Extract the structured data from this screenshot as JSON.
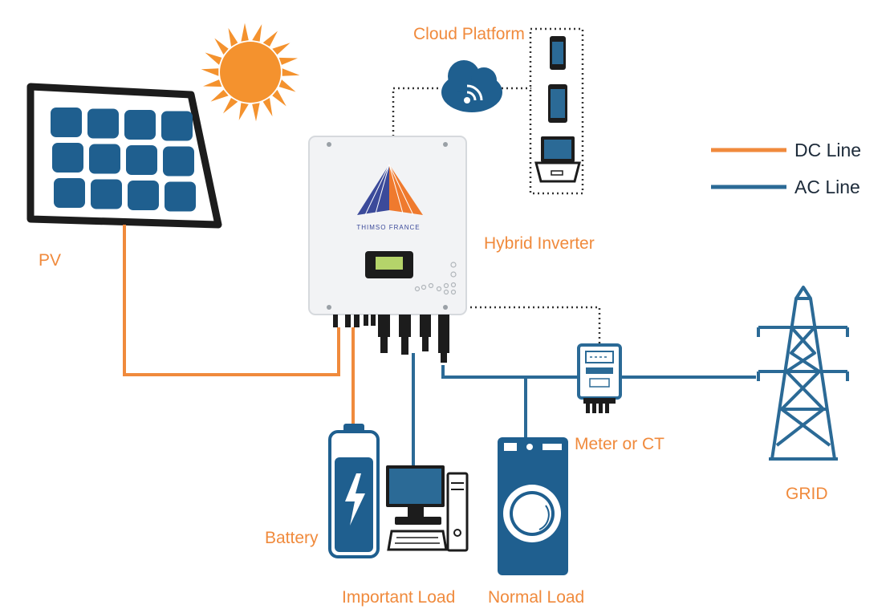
{
  "labels": {
    "cloud_platform": "Cloud Platform",
    "pv": "PV",
    "hybrid_inverter": "Hybrid Inverter",
    "battery": "Battery",
    "important_load": "Important Load",
    "normal_load": "Normal Load",
    "meter_or_ct": "Meter or CT",
    "grid": "GRID"
  },
  "legend": {
    "dc_line": "DC Line",
    "ac_line": "AC Line"
  },
  "brand": {
    "name": "THIMSO FRANCE"
  },
  "colors": {
    "dc_line": "#f08a3c",
    "ac_line": "#2b6a96",
    "label_orange": "#f08a3c",
    "device_blue": "#1f5f8f",
    "panel_frame": "#1c1c1c",
    "inverter_body": "#f2f3f5"
  },
  "icons": [
    "sun-icon",
    "solar-panel-icon",
    "cloud-wifi-icon",
    "smartphone-icon",
    "tablet-icon",
    "laptop-icon",
    "inverter-icon",
    "battery-icon",
    "computer-icon",
    "washing-machine-icon",
    "meter-icon",
    "transmission-tower-icon"
  ]
}
